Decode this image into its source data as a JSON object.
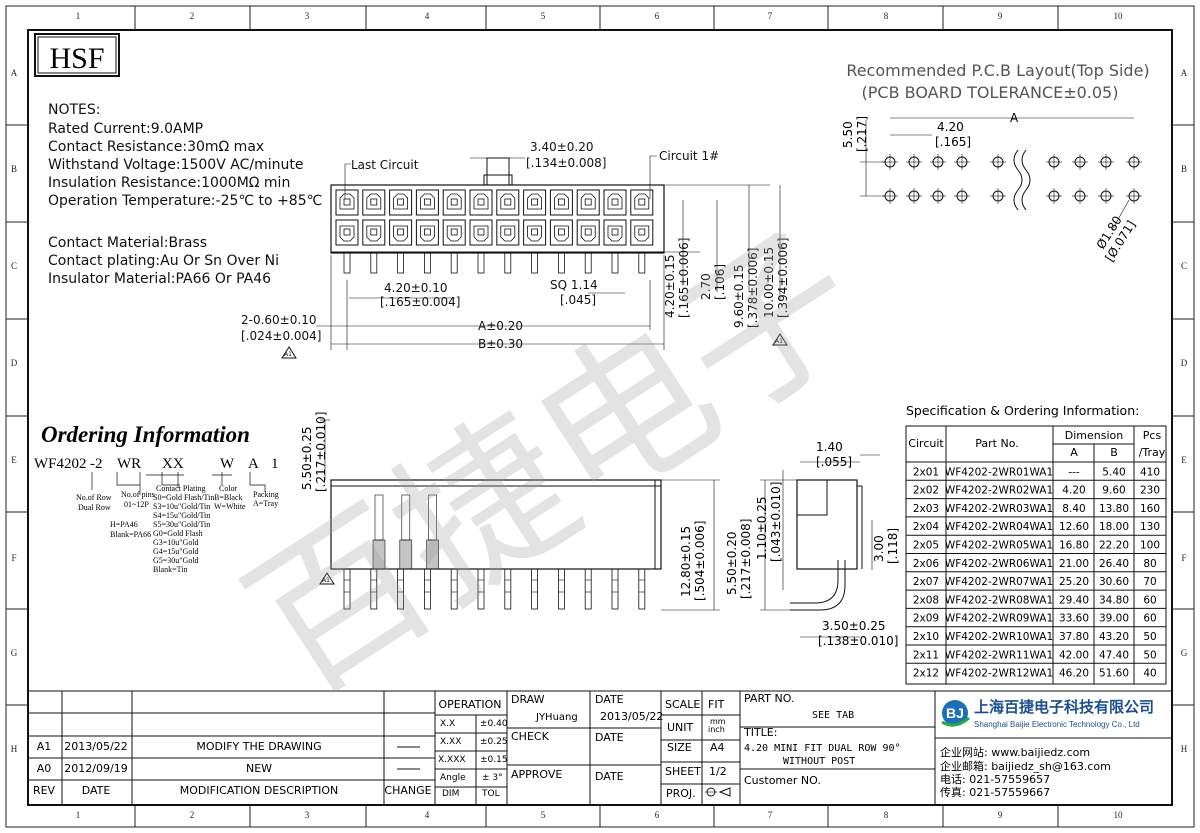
{
  "grid": {
    "columns": [
      "1",
      "2",
      "3",
      "4",
      "5",
      "6",
      "7",
      "8",
      "9",
      "10"
    ],
    "rows": [
      "A",
      "B",
      "C",
      "D",
      "E",
      "F",
      "G",
      "H"
    ]
  },
  "logo": "HSF",
  "watermark": "百捷电子",
  "notes": {
    "heading": "NOTES:",
    "lines": [
      "Rated Current:9.0AMP",
      "Contact Resistance:30mΩ max",
      "Withstand Voltage:1500V AC/minute",
      "Insulation Resistance:1000MΩ min",
      "Operation Temperature:-25℃ to +85℃"
    ],
    "materials": [
      "Contact Material:Brass",
      "Contact plating:Au Or Sn Over Ni",
      "Insulator Material:PA66 Or PA46"
    ]
  },
  "front_view": {
    "last_circuit": "Last Circuit",
    "circuit1": "Circuit 1#",
    "dim_340": "3.40±0.20",
    "dim_340_in": "[.134±0.008]",
    "dim_420": "4.20±0.10",
    "dim_420_in": "[.165±0.004]",
    "dim_sq": "SQ 1.14",
    "dim_sq_in": "[.045]",
    "dim_060": "2-0.60±0.10",
    "dim_060_in": "[.024±0.004]",
    "dim_a": "A±0.20",
    "dim_b": "B±0.30",
    "dim_v1": "4.20±0.15",
    "dim_v1_in": "[.165±0.006]",
    "dim_v2": "2.70",
    "dim_v2_in": "[.106]",
    "dim_v3": "9.60±0.15",
    "dim_v3_in": "[.378±0.006]",
    "dim_v4": "10.00±0.15",
    "dim_v4_in": "[.394±0.006]",
    "rev_mark": "A1"
  },
  "pcb": {
    "title": "Recommended P.C.B Layout(Top Side)",
    "tolerance": "(PCB BOARD TOLERANCE±0.05)",
    "dim_550": "5.50",
    "dim_550_in": "[.217]",
    "dim_420": "4.20",
    "dim_420_in": "[.165]",
    "dim_a": "A",
    "dim_hole": "Ø1.80",
    "dim_hole_in": "[Ø.071]"
  },
  "ordering": {
    "title": "Ordering Information",
    "code": [
      "WF4202",
      "-2",
      "WR",
      "XX",
      "W",
      "A",
      "1"
    ],
    "label_row": [
      "No.of Row",
      "Dual Row"
    ],
    "label_pins": [
      "No.of pins",
      "01~12P"
    ],
    "label_plating": [
      "Contact Plating",
      "S0=Gold Flash/Tin",
      "S3=10u\"Gold/Tin",
      "S4=15u\"Gold/Tin",
      "S5=30u\"Gold/Tin",
      "G0=Gold Flash",
      "G3=10u\"Gold",
      "G4=15u\"Gold",
      "G5=30u\"Gold",
      "Blank=Tin"
    ],
    "label_color": [
      "Color",
      "B=Black",
      "W=White"
    ],
    "label_pack": [
      "Packing",
      "A=Tray"
    ],
    "label_mat": [
      "H=PA46",
      "Blank=PA66"
    ]
  },
  "side_view": {
    "dim_550": "5.50±0.25",
    "dim_550_in": "[.217±0.010]",
    "dim_1280": "12.80±0.15",
    "dim_1280_in": "[.504±0.006]",
    "rev_mark": "A1"
  },
  "right_view": {
    "dim_140": "1.40",
    "dim_140_in": "[.055]",
    "dim_550": "5.50±0.20",
    "dim_550_in": "[.217±0.008]",
    "dim_110": "1.10±0.25",
    "dim_110_in": "[.043±0.010]",
    "dim_300": "3.00",
    "dim_300_in": "[.118]",
    "dim_350": "3.50±0.25",
    "dim_350_in": "[.138±0.010]"
  },
  "spec": {
    "title": "Specification & Ordering Information:",
    "headers": [
      "Circuit",
      "Part No.",
      "Dimension",
      "A",
      "B",
      "Pcs",
      "/Tray"
    ],
    "rows": [
      [
        "2x01",
        "WF4202-2WR01WA1",
        "---",
        "5.40",
        "410"
      ],
      [
        "2x02",
        "WF4202-2WR02WA1",
        "4.20",
        "9.60",
        "230"
      ],
      [
        "2x03",
        "WF4202-2WR03WA1",
        "8.40",
        "13.80",
        "160"
      ],
      [
        "2x04",
        "WF4202-2WR04WA1",
        "12.60",
        "18.00",
        "130"
      ],
      [
        "2x05",
        "WF4202-2WR05WA1",
        "16.80",
        "22.20",
        "100"
      ],
      [
        "2x06",
        "WF4202-2WR06WA1",
        "21.00",
        "26.40",
        "80"
      ],
      [
        "2x07",
        "WF4202-2WR07WA1",
        "25.20",
        "30.60",
        "70"
      ],
      [
        "2x08",
        "WF4202-2WR08WA1",
        "29.40",
        "34.80",
        "60"
      ],
      [
        "2x09",
        "WF4202-2WR09WA1",
        "33.60",
        "39.00",
        "60"
      ],
      [
        "2x10",
        "WF4202-2WR10WA1",
        "37.80",
        "43.20",
        "50"
      ],
      [
        "2x11",
        "WF4202-2WR11WA1",
        "42.00",
        "47.40",
        "50"
      ],
      [
        "2x12",
        "WF4202-2WR12WA1",
        "46.20",
        "51.60",
        "40"
      ]
    ]
  },
  "title_block": {
    "rev_rows": [
      [
        "A1",
        "2013/05/22",
        "MODIFY THE DRAWING"
      ],
      [
        "A0",
        "2012/09/19",
        "NEW"
      ]
    ],
    "rev_headers": [
      "REV",
      "DATE",
      "MODIFICATION DESCRIPTION",
      "CHANGE"
    ],
    "operation": "OPERATION",
    "tol": [
      [
        "X.X",
        "±0.40"
      ],
      [
        "X.XX",
        "±0.25"
      ],
      [
        "X.XXX",
        "±0.15"
      ],
      [
        "Angle",
        "± 3°"
      ]
    ],
    "dim": "DIM",
    "tol_label": "TOL",
    "draw": "DRAW",
    "drawer": "JYHuang",
    "check": "CHECK",
    "approve": "APPROVE",
    "date": "DATE",
    "draw_date": "2013/05/22",
    "scale": "SCALE",
    "fit": "FIT",
    "unit": "UNIT",
    "unit_val1": "mm",
    "unit_val2": "inch",
    "size": "SIZE",
    "size_val": "A4",
    "sheet": "SHEET",
    "sheet_val": "1/2",
    "proj": "PROJ.",
    "part_no": "PART NO.",
    "part_val": "SEE TAB",
    "title_label": "TITLE:",
    "title_val1": "4.20 MINI FIT DUAL ROW 90°",
    "title_val2": "WITHOUT POST",
    "customer": "Customer NO.",
    "company_cn": "上海百捷电子科技有限公司",
    "company_en": "Shanghai Baijie Electronic Technology Co., Ltd",
    "website": "企业网站: www.baijiedz.com",
    "email": "企业邮箱: baijiedz_sh@163.com",
    "phone": "电话: 021-57559657",
    "fax": "传真: 021-57559667"
  }
}
